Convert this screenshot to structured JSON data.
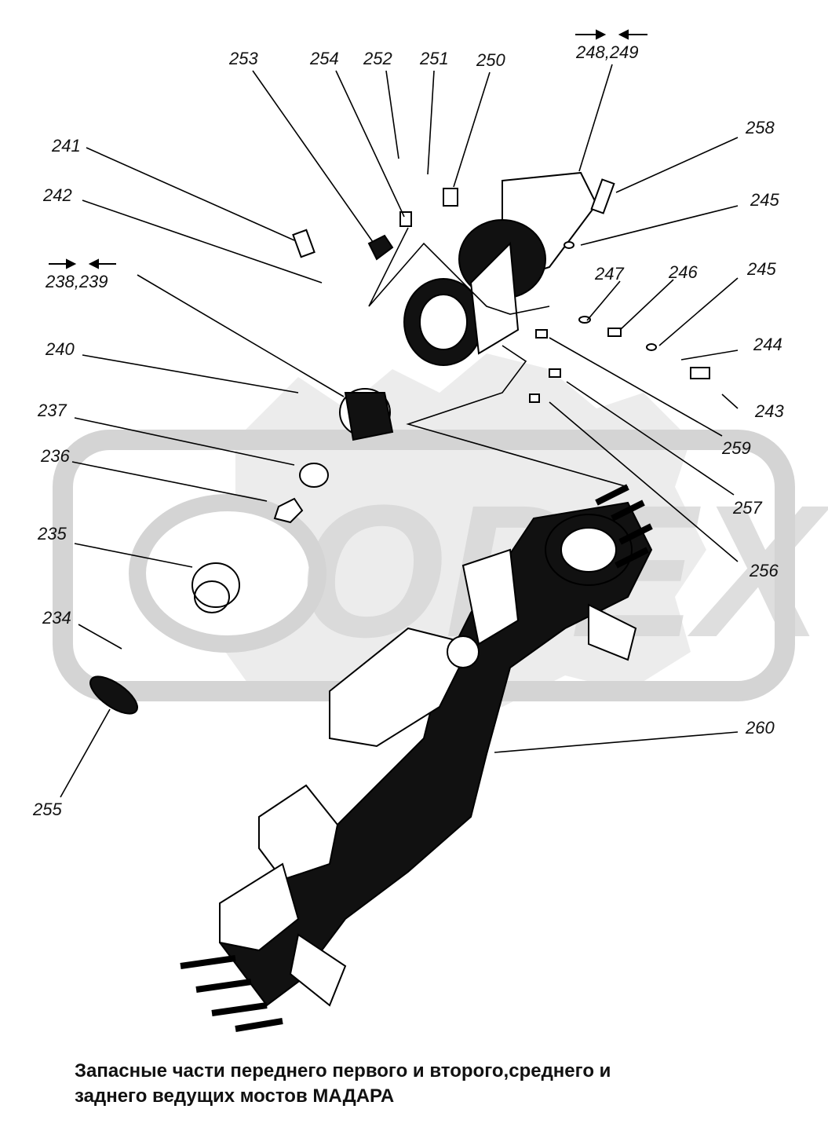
{
  "watermark": {
    "text": "OPEX",
    "icon": "gear-watermark-icon",
    "color": "#cfcfcf"
  },
  "callouts": [
    "253",
    "254",
    "252",
    "251",
    "250",
    "248,249",
    "258",
    "241",
    "245",
    "242",
    "238,239",
    "247",
    "246",
    "245",
    "240",
    "244",
    "237",
    "243",
    "259",
    "236",
    "257",
    "235",
    "256",
    "234",
    "260",
    "255"
  ],
  "caption": {
    "line1": "Запасные части переднего первого и второго,среднего и",
    "line2": "заднего ведущих мостов МАДАРА"
  }
}
